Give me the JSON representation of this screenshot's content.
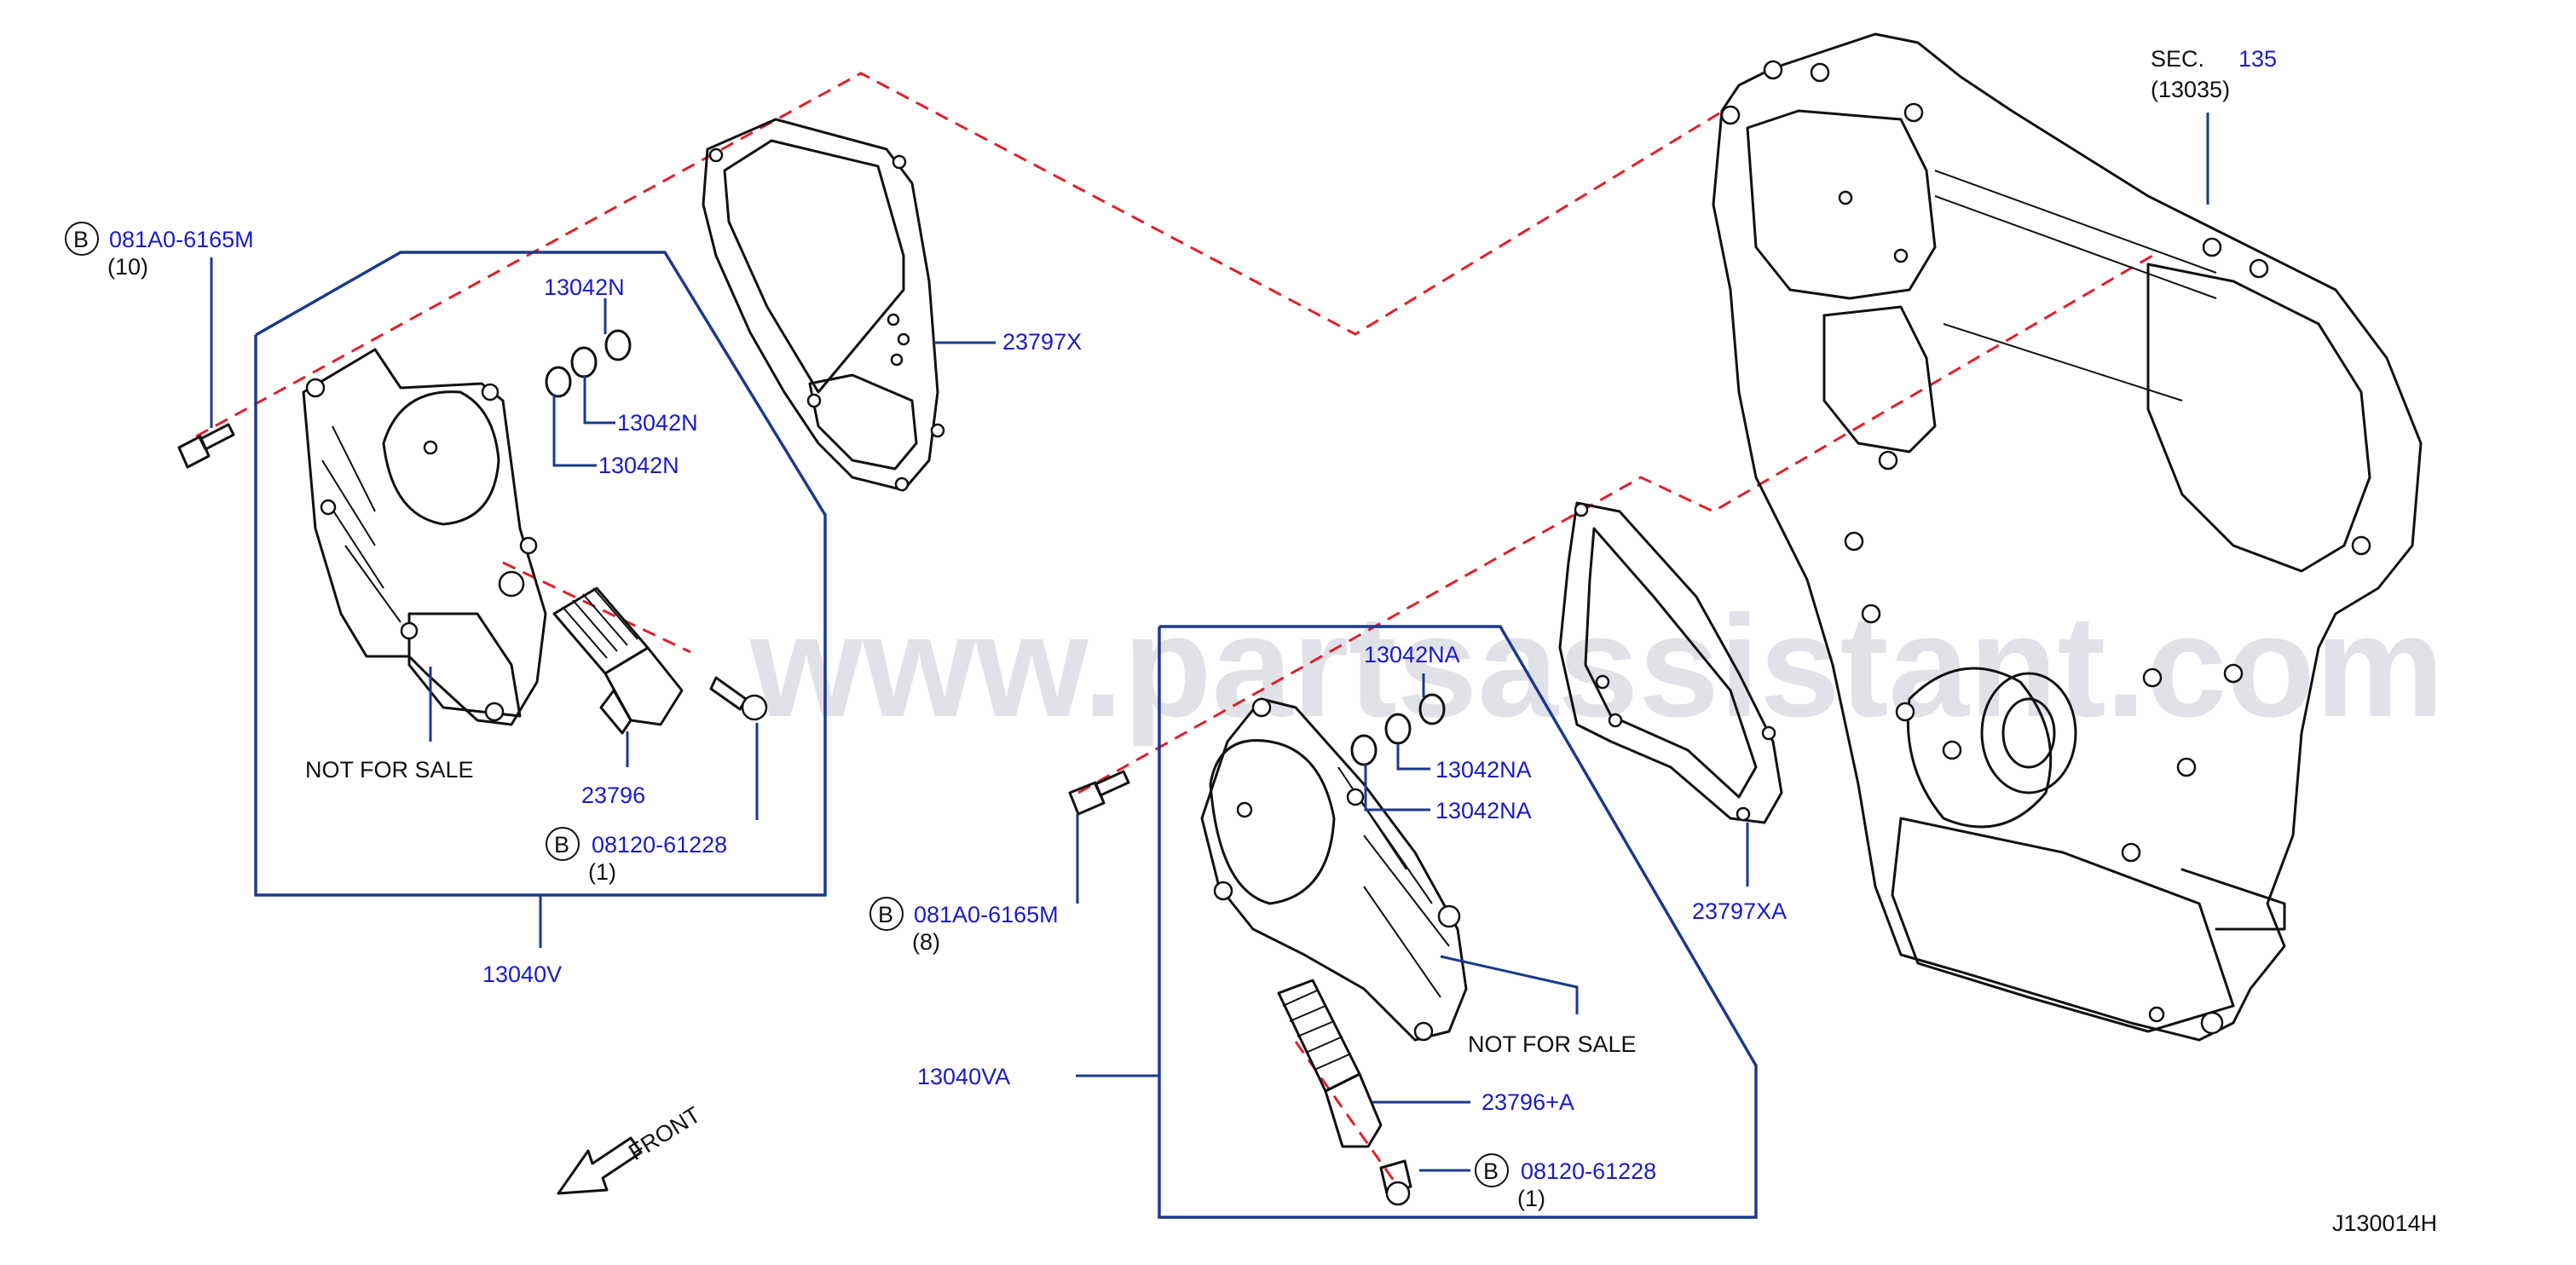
{
  "watermark": "www.partsassistant.com",
  "diagram_id": "J130014H",
  "front": {
    "label": "FRONT"
  },
  "sec": {
    "prefix": "SEC.",
    "number": "135",
    "sub": "(13035)"
  },
  "callouts": {
    "bolt_left": {
      "letter": "B",
      "part": "081A0-6165M",
      "qty": "(10)"
    },
    "bolt_right": {
      "letter": "B",
      "part": "081A0-6165M",
      "qty": "(8)"
    },
    "bolt_small_left": {
      "letter": "B",
      "part": "08120-61228",
      "qty": "(1)"
    },
    "bolt_small_right": {
      "letter": "B",
      "part": "08120-61228",
      "qty": "(1)"
    }
  },
  "labels": {
    "oring_left_1": "13042N",
    "oring_left_2": "13042N",
    "oring_left_3": "13042N",
    "oring_right_1": "13042NA",
    "oring_right_2": "13042NA",
    "oring_right_3": "13042NA",
    "gasket_left": "23797X",
    "gasket_right": "23797XA",
    "valve_left": "23796",
    "valve_right": "23796+A",
    "assy_left": "13040V",
    "assy_right": "13040VA",
    "nfs_left": "NOT   FOR   SALE",
    "nfs_right": "NOT   FOR   SALE"
  },
  "colors": {
    "part_number": "#1a1acc",
    "leader": "#1a3a8c",
    "dash": "#e0202a",
    "ink": "#111111"
  }
}
